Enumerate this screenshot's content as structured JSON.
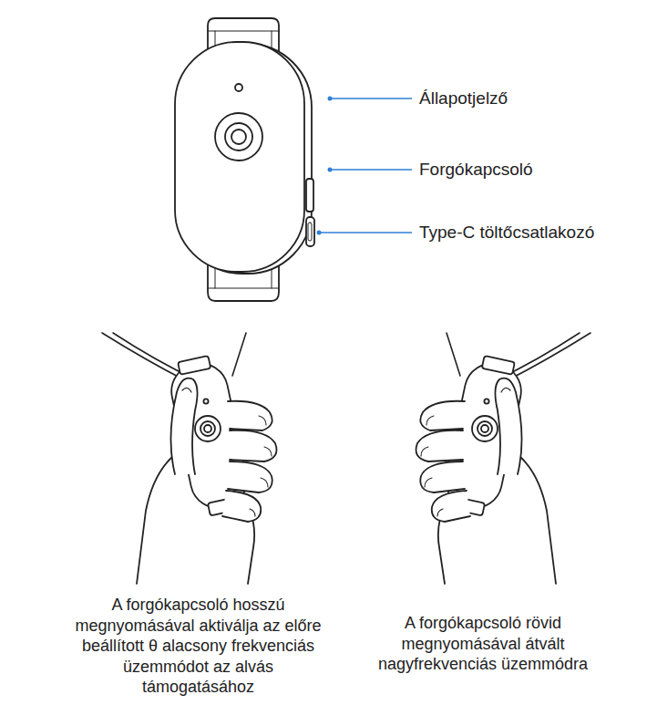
{
  "diagram": {
    "labels": [
      "Állapotjelző",
      "Forgókapcsoló",
      "Type-C töltőcsatlakozó",
      "A forgókapcsoló hosszú megnyomásával aktiválja az előre beállított θ alacsony frekvenciás üzemmódot az alvás támogatásához",
      "A forgókapcsoló rövid megnyomásával átvált nagyfrekvenciás üzemmódra"
    ]
  }
}
